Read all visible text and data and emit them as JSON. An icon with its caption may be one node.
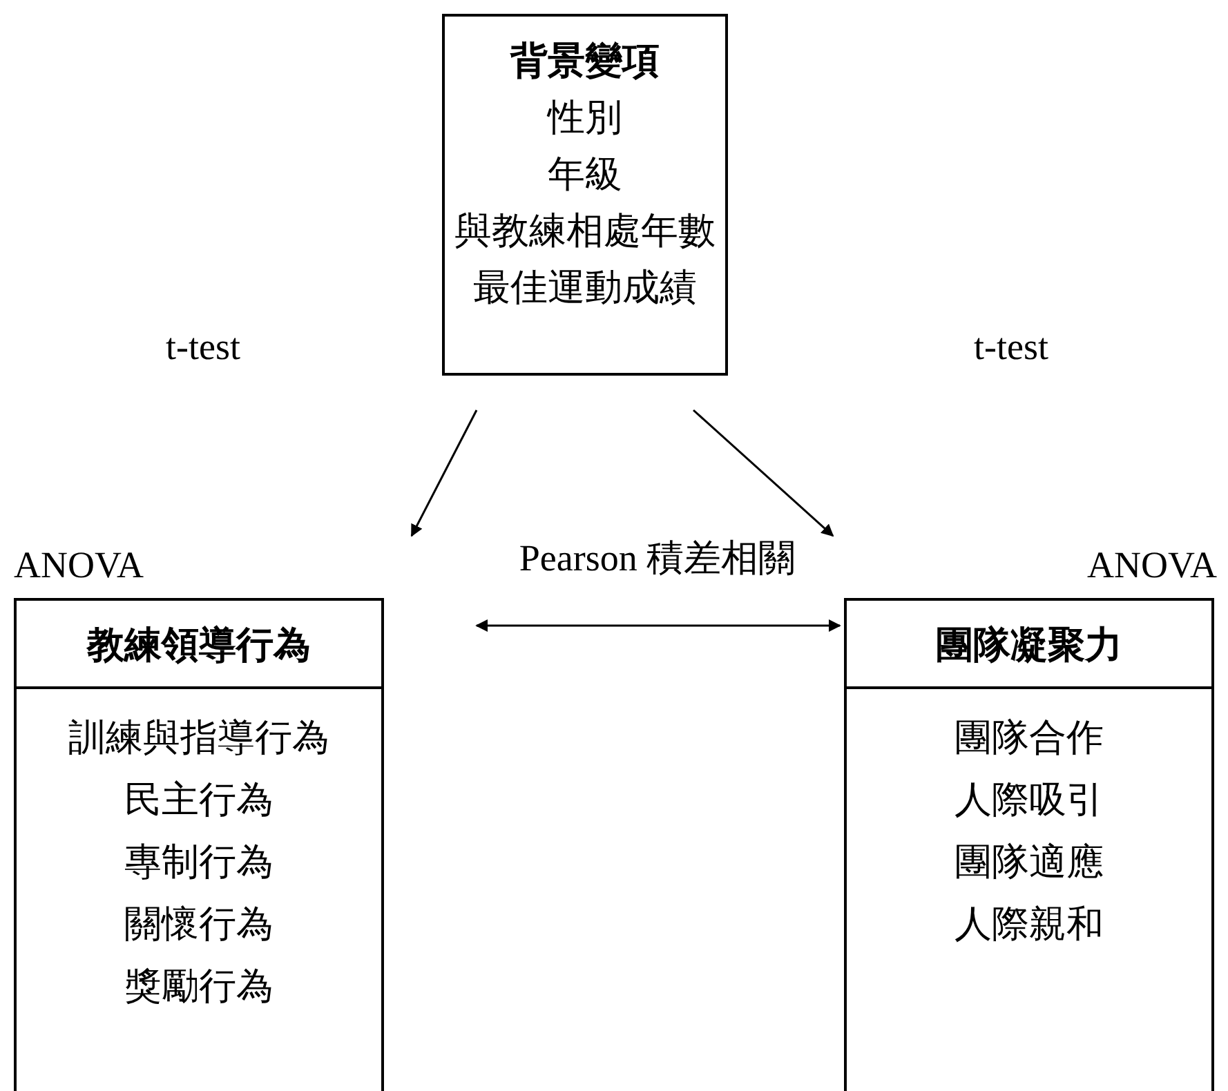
{
  "diagram": {
    "nodes": [
      {
        "text": [
          "背景變項",
          "性別",
          "年級",
          "與教練相處年數",
          "最佳運動成績"
        ]
      },
      {
        "text": [
          "教練領導行為",
          "訓練與指導行為",
          "民主行為",
          "專制行為",
          "關懷行為",
          "獎勵行為"
        ],
        "beside": [
          "ANOVA"
        ]
      },
      {
        "text": [
          "團隊凝聚力",
          "團隊合作",
          "人際吸引",
          "團隊適應",
          "人際親和"
        ],
        "beside": [
          "ANOVA"
        ]
      }
    ],
    "edges": [
      {
        "from": 0,
        "to": 1,
        "arrow": "to"
      },
      {
        "from": 0,
        "to": 2,
        "arrow": "to"
      },
      {
        "from": 1,
        "to": 2,
        "arrow": "both",
        "label": "Pearson 積差相關"
      }
    ],
    "labels": [
      "t-test",
      "t-test"
    ]
  }
}
